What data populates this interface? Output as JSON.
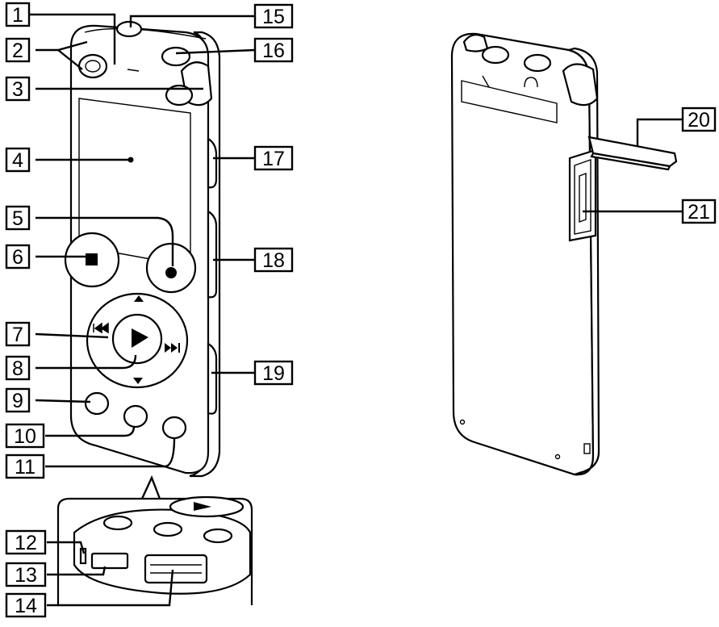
{
  "callouts": {
    "c1": "1",
    "c2": "2",
    "c3": "3",
    "c4": "4",
    "c5": "5",
    "c6": "6",
    "c7": "7",
    "c8": "8",
    "c9": "9",
    "c10": "10",
    "c11": "11",
    "c12": "12",
    "c13": "13",
    "c14": "14",
    "c15": "15",
    "c16": "16",
    "c17": "17",
    "c18": "18",
    "c19": "19",
    "c20": "20",
    "c21": "21"
  },
  "icons": {
    "stop": "stop-icon",
    "record": "record-icon",
    "play": "play-icon",
    "prev": "skip-back-icon",
    "next": "skip-forward-icon",
    "mic": "microphone-icon",
    "headphones": "headphones-icon"
  },
  "colors": {
    "line": "#000000",
    "background": "#ffffff"
  }
}
